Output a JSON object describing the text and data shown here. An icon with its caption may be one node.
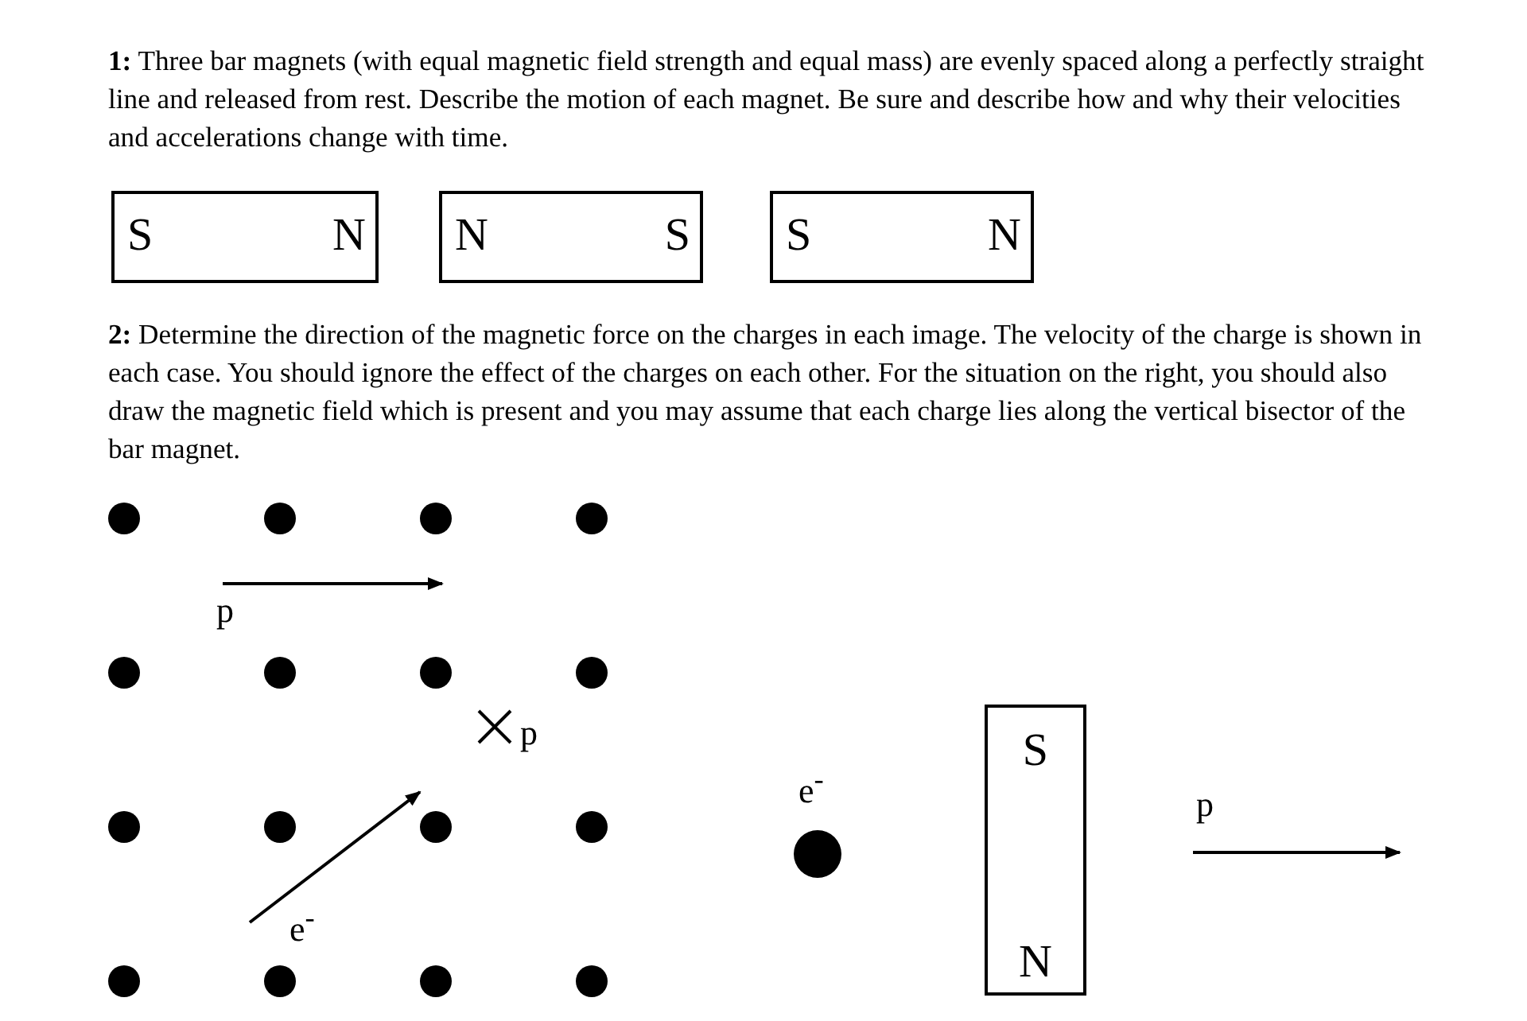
{
  "diagram": {
    "nodes": [
      {
        "text": [
          "S",
          "N"
        ]
      },
      {
        "text": [
          "N",
          "S"
        ]
      },
      {
        "text": [
          "S",
          "N"
        ]
      },
      {
        "text": [
          "S",
          "N"
        ]
      }
    ],
    "labels": [
      "**1:** Three bar magnets (with equal magnetic field strength and equal mass) are evenly spaced along a perfectly straight line and released from rest. Describe the motion of each magnet. Be sure and describe how and why their velocities and accelerations change with time.",
      "**2:** Determine the direction of the magnetic force on the charges in each image. The velocity of the charge is shown in each case. You should ignore the effect of the charges on each other. For the situation on the right, you should also draw the magnetic field which is present and you may assume that each charge lies along the vertical bisector of the bar magnet.",
      "p",
      "p",
      "e$^{-}$",
      "p",
      "e$^{-}$"
    ]
  }
}
